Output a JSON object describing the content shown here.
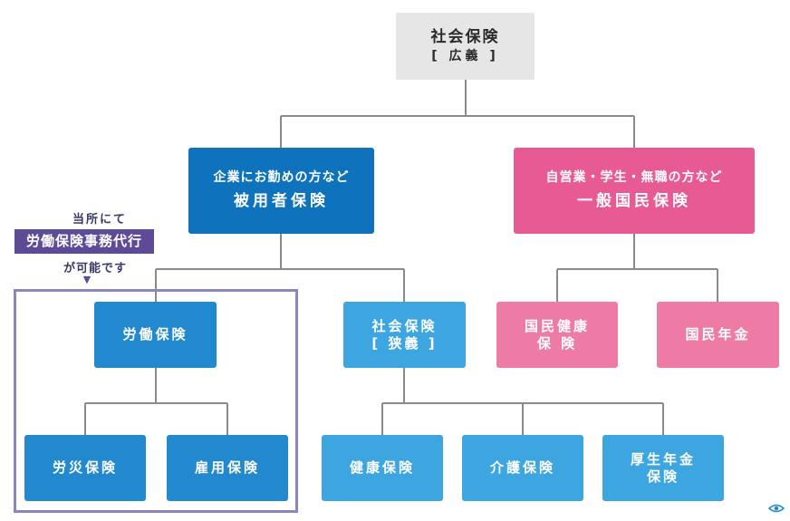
{
  "root": {
    "title": "社会保険",
    "sub": "[ 広義 ]"
  },
  "employee_insurance": {
    "sub": "企業にお勤めの方など",
    "title": "被用者保険"
  },
  "general_insurance": {
    "sub": "自営業・学生・無職の方など",
    "title": "一般国民保険"
  },
  "labor_insurance": "労働保険",
  "narrow_social_insurance": {
    "line1": "社会保険",
    "line2": "[ 狭義 ]"
  },
  "national_health": {
    "line1": "国民健康",
    "line2": "保 険"
  },
  "national_pension": "国民年金",
  "workers_comp": "労災保険",
  "employment_insurance": "雇用保険",
  "health_insurance": "健康保険",
  "nursing_insurance": "介護保険",
  "welfare_pension": {
    "line1": "厚生年金",
    "line2": "保険"
  },
  "callout": {
    "top": "当所にて",
    "badge": "労働保険事務代行",
    "bottom": "が可能です",
    "arrow": "▼"
  },
  "colors": {
    "root": "#e6e6e6",
    "blue_dark": "#0e72bc",
    "blue": "#2389cf",
    "blue_light": "#3da6e0",
    "pink_dark": "#e85a93",
    "pink": "#ee7ba6",
    "purple": "#5d4b97",
    "connector": "#8a8a8a"
  }
}
